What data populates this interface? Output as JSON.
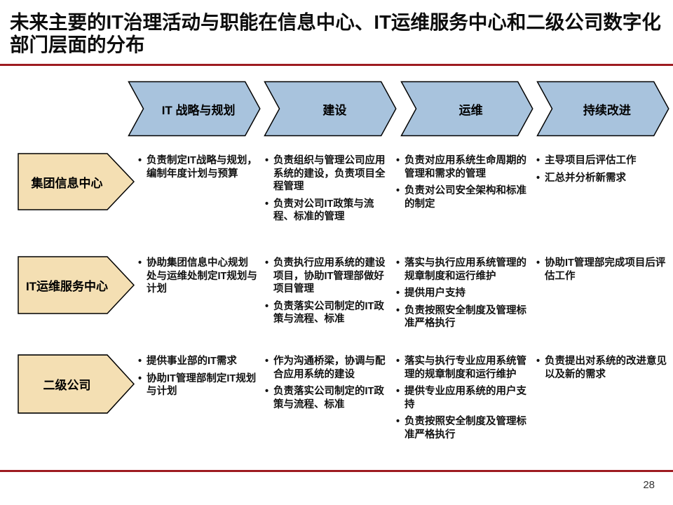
{
  "page": {
    "title": "未来主要的IT治理活动与职能在信息中心、IT运维服务中心和二级公司数字化部门层面的分布",
    "page_number": "28"
  },
  "colors": {
    "accent_red": "#9E1B21",
    "header_blue": "#A8C3DD",
    "row_tan": "#F4DFB3"
  },
  "columns": [
    {
      "label": "IT 战略与规划"
    },
    {
      "label": "建设"
    },
    {
      "label": "运维"
    },
    {
      "label": "持续改进"
    }
  ],
  "rows": [
    {
      "label": "集团信息中心",
      "cells": [
        [
          "负责制定IT战略与规划，编制年度计划与预算"
        ],
        [
          "负责组织与管理公司应用系统的建设，负责项目全程管理",
          "负责对公司IT政策与流程、标准的管理"
        ],
        [
          "负责对应用系统生命周期的管理和需求的管理",
          "负责对公司安全架构和标准的制定"
        ],
        [
          "主导项目后评估工作",
          "汇总并分析新需求"
        ]
      ]
    },
    {
      "label": "IT运维服务中心",
      "cells": [
        [
          "协助集团信息中心规划处与运维处制定IT规划与计划"
        ],
        [
          "负责执行应用系统的建设项目，协助IT管理部做好项目管理",
          "负责落实公司制定的IT政策与流程、标准"
        ],
        [
          "落实与执行应用系统管理的规章制度和运行维护",
          "提供用户支持",
          "负责按照安全制度及管理标准严格执行"
        ],
        [
          "协助IT管理部完成项目后评估工作"
        ]
      ]
    },
    {
      "label": "二级公司",
      "cells": [
        [
          "提供事业部的IT需求",
          "协助IT管理部制定IT规划与计划"
        ],
        [
          "作为沟通桥梁，协调与配合应用系统的建设",
          "负责落实公司制定的IT政策与流程、标准"
        ],
        [
          "落实与执行专业应用系统管理的规章制度和运行维护",
          "提供专业应用系统的用户支持",
          "负责按照安全制度及管理标准严格执行"
        ],
        [
          "负责提出对系统的改进意见以及新的需求"
        ]
      ]
    }
  ]
}
